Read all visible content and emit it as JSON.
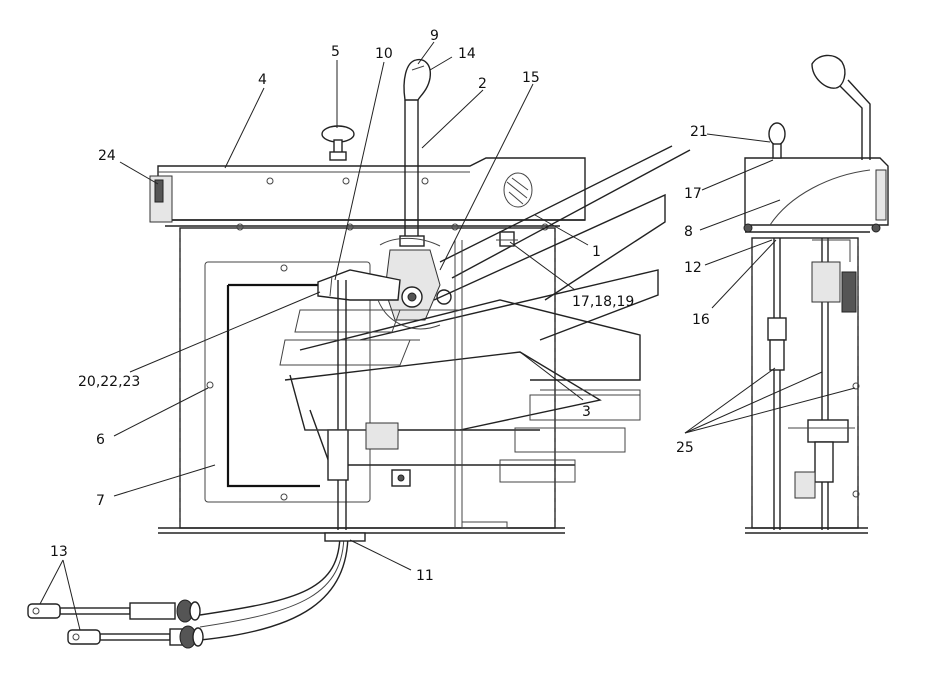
{
  "callouts": {
    "c1": "1",
    "c2": "2",
    "c3": "3",
    "c4": "4",
    "c5": "5",
    "c6": "6",
    "c7": "7",
    "c8": "8",
    "c9": "9",
    "c10": "10",
    "c11": "11",
    "c12": "12",
    "c13": "13",
    "c14": "14",
    "c15": "15",
    "c16": "16",
    "c17a": "17",
    "c17b": "17,18,19",
    "c20": "20,22,23",
    "c21": "21",
    "c24": "24",
    "c25": "25"
  }
}
